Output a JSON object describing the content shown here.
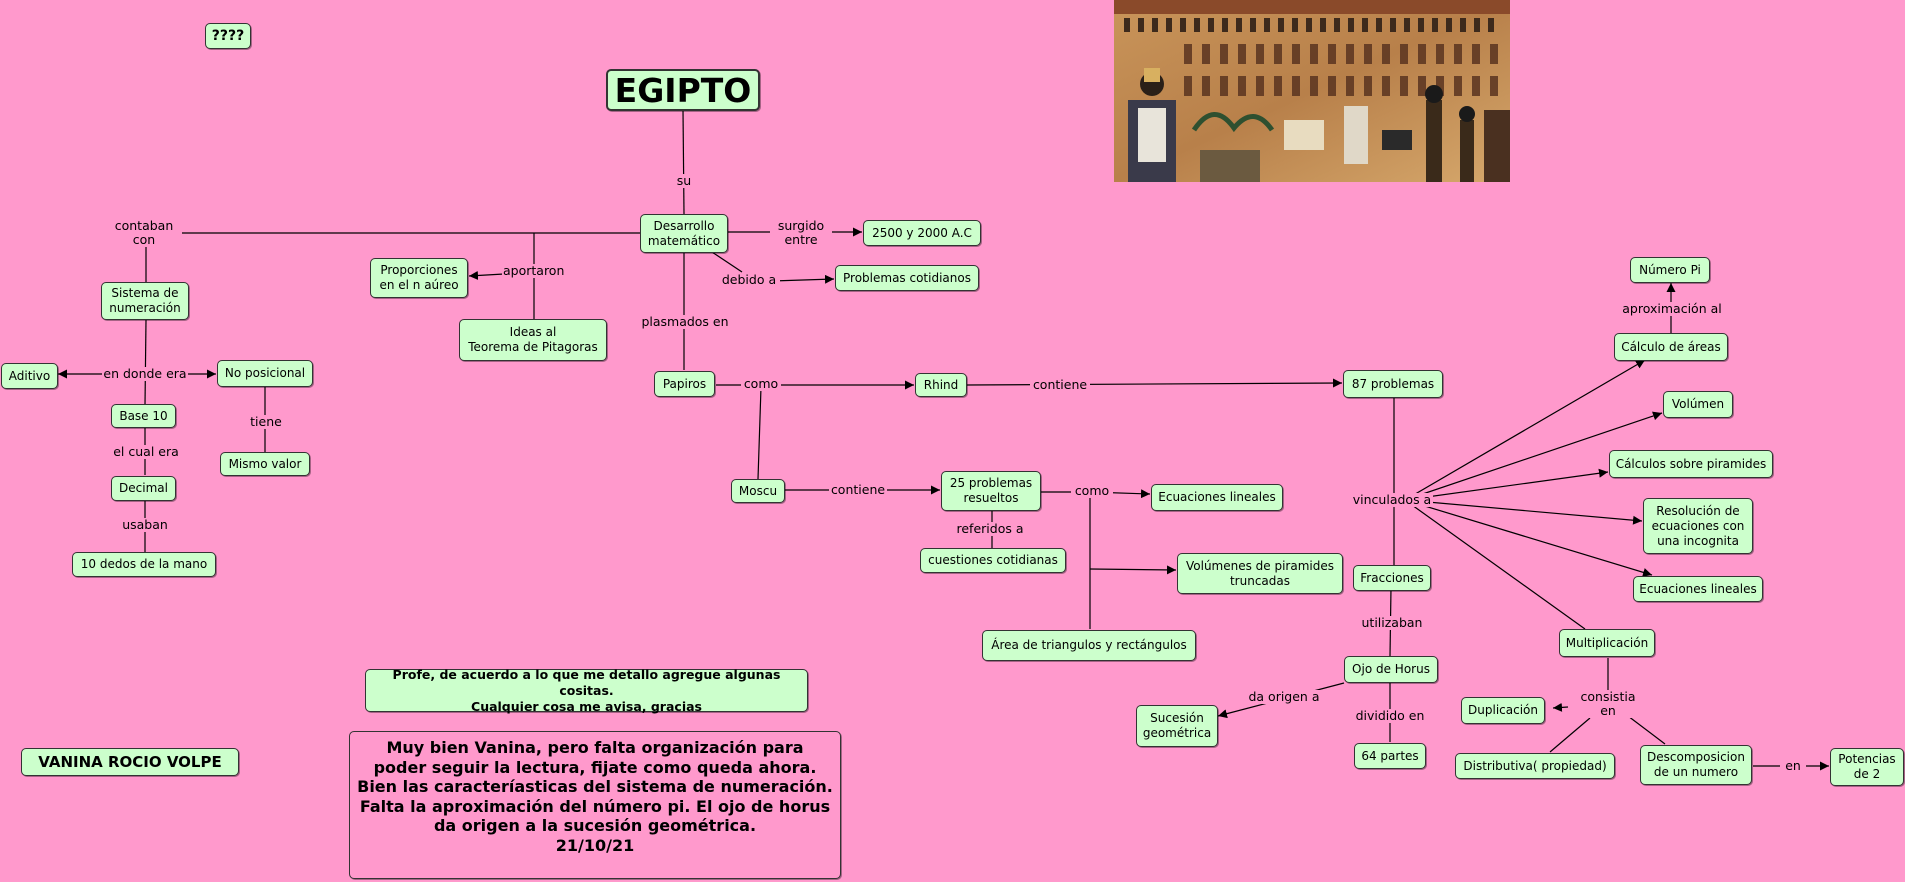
{
  "nodes": {
    "egipto": "EGIPTO",
    "qmarks": "????",
    "desarrollo": "Desarrollo\nmatemático",
    "fecha": "2500 y 2000 A.C",
    "problemas_cotidianos": "Problemas cotidianos",
    "proporciones": "Proporciones\nen el n aúreo",
    "ideas": "Ideas al\nTeorema de Pitagoras",
    "sistema": "Sistema de\nnumeración",
    "aditivo": "Aditivo",
    "no_posicional": "No posicional",
    "base10": "Base 10",
    "mismo_valor": "Mismo valor",
    "decimal": "Decimal",
    "dedos": "10 dedos de la mano",
    "papiros": "Papiros",
    "rhind": "Rhind",
    "moscu": "Moscu",
    "veinticinco": "25 problemas\nresueltos",
    "ecuaciones1": "Ecuaciones lineales",
    "cuestiones": "cuestiones cotidianas",
    "volumenes_pir": "Volúmenes de piramides\ntruncadas",
    "area_tri": "Área de triangulos y rectángulos",
    "ochenta_siete": "87 problemas",
    "numero_pi": "Número Pi",
    "calculo_areas": "Cálculo de áreas",
    "volumen": "Volúmen",
    "calculos_pir": "Cálculos sobre piramides",
    "resolucion": "Resolución de\necuaciones con\nuna incognita",
    "ecuaciones2": "Ecuaciones lineales",
    "fracciones": "Fracciones",
    "multiplicacion": "Multiplicación",
    "ojo_horus": "Ojo de Horus",
    "sucesion": "Sucesión\ngeométrica",
    "sesenta_cuatro": "64 partes",
    "duplicacion": "Duplicación",
    "distributiva": "Distributiva( propiedad)",
    "descomposicion": "Descomposicion\nde un numero",
    "potencias": "Potencias\nde 2",
    "author": "VANINA ROCIO VOLPE",
    "note_student": "Profe, de acuerdo a lo que me detallo agregue algunas cositas.\nCualquier cosa me avisa, gracias",
    "note_teacher": "Muy bien Vanina, pero falta organización para\npoder seguir la lectura, fijate como queda ahora.\nBien las caracteríasticas del sistema de numeración.\nFalta la aproximación del número pi.  El ojo de horus\nda origen a la sucesión geométrica.\n21/10/21"
  },
  "labels": {
    "su": "su",
    "contaban": "contaban\ncon",
    "surgido": "surgido\nentre",
    "debido": "debido a",
    "aportaron": "aportaron",
    "plasmados": "plasmados en",
    "en_donde": "en donde era",
    "tiene": "tiene",
    "el_cual": "el cual era",
    "usaban": "usaban",
    "como1": "como",
    "contiene1": "contiene",
    "contiene2": "contiene",
    "referidos": "referidos a",
    "como2": "como",
    "vinculados": "vinculados a",
    "aproximacion": "aproximación al",
    "utilizaban": "utilizaban",
    "da_origen": "da origen a",
    "dividido": "dividido en",
    "consistia": "consistia\nen",
    "en": "en"
  },
  "image": {
    "icon": "egyptian-papyrus-image"
  },
  "colors": {
    "background": "#ff99cc",
    "node": "#ccffcc"
  }
}
